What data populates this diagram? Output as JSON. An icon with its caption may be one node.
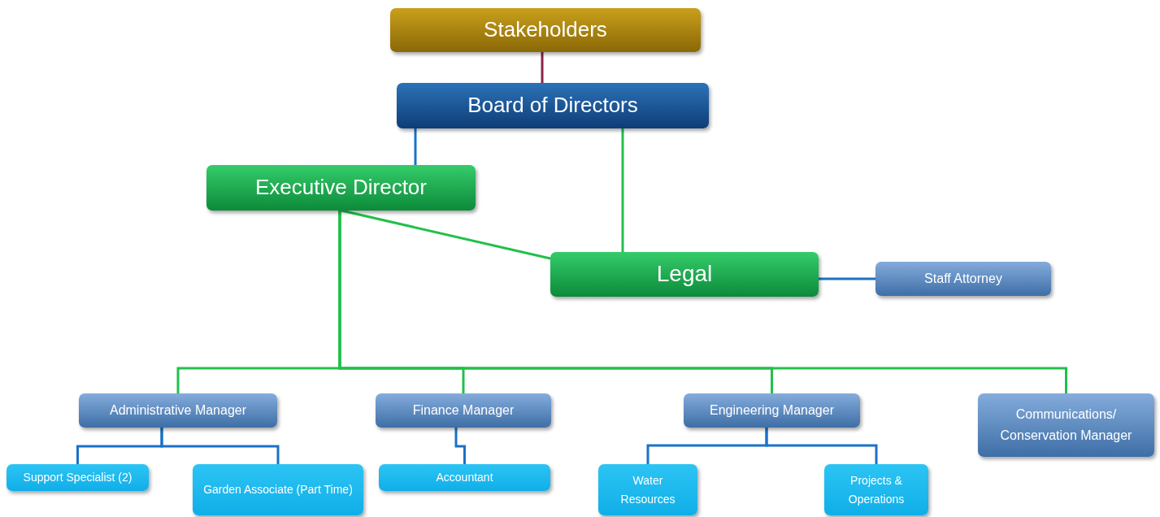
{
  "diagram": {
    "nodes": [
      {
        "text": [
          "Stakeholders"
        ]
      },
      {
        "text": [
          "Board of Directors"
        ]
      },
      {
        "text": [
          "Executive Director"
        ]
      },
      {
        "text": [
          "Legal"
        ]
      },
      {
        "text": [
          "Staff Attorney"
        ]
      },
      {
        "text": [
          "Administrative Manager"
        ]
      },
      {
        "text": [
          "Finance Manager"
        ]
      },
      {
        "text": [
          "Engineering Manager"
        ]
      },
      {
        "text": [
          "Communications/ Conservation Manager"
        ]
      },
      {
        "text": [
          "Support Specialist (2)"
        ]
      },
      {
        "text": [
          "Garden Associate (Part Time)"
        ]
      },
      {
        "text": [
          "Accountant"
        ]
      },
      {
        "text": [
          "Water Resources"
        ]
      },
      {
        "text": [
          "Projects & Operations"
        ]
      }
    ],
    "edges": [
      {
        "from": 0,
        "to": 1,
        "arrow": "none",
        "color": "#8b2346"
      },
      {
        "from": 1,
        "to": 2,
        "arrow": "none"
      },
      {
        "from": 1,
        "to": 3,
        "arrow": "none",
        "color": "#22c04a"
      },
      {
        "from": 2,
        "to": 3,
        "arrow": "none",
        "color": "#22c04a"
      },
      {
        "from": 3,
        "to": 4,
        "arrow": "none"
      },
      {
        "from": 2,
        "to": 5,
        "arrow": "none",
        "color": "#22c04a"
      },
      {
        "from": 2,
        "to": 6,
        "arrow": "none",
        "color": "#22c04a"
      },
      {
        "from": 2,
        "to": 7,
        "arrow": "none",
        "color": "#22c04a"
      },
      {
        "from": 2,
        "to": 8,
        "arrow": "none",
        "color": "#22c04a"
      },
      {
        "from": 5,
        "to": 9,
        "arrow": "none"
      },
      {
        "from": 5,
        "to": 10,
        "arrow": "none"
      },
      {
        "from": 6,
        "to": 11,
        "arrow": "none"
      },
      {
        "from": 7,
        "to": 12,
        "arrow": "none"
      },
      {
        "from": 7,
        "to": 13,
        "arrow": "none"
      }
    ]
  }
}
